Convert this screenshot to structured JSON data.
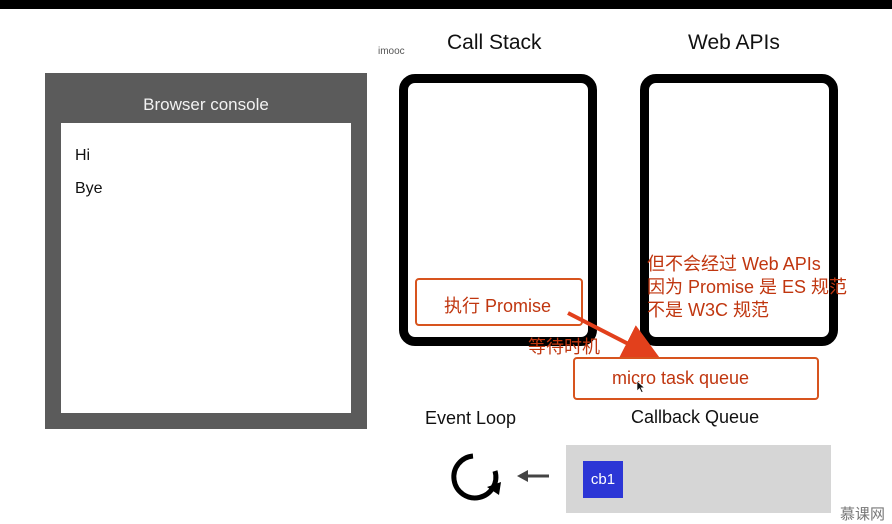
{
  "watermark_top": "imooc",
  "console": {
    "title": "Browser console",
    "lines": [
      "Hi",
      "Bye"
    ]
  },
  "headings": {
    "call_stack": "Call Stack",
    "web_apis": "Web APIs"
  },
  "annotations": {
    "execute": "执行 Promise",
    "wait": "等待时机",
    "note_lines": [
      "但不会经过 Web APIs",
      "因为 Promise 是 ES 规范",
      "不是 W3C 规范"
    ],
    "microtask": "micro task queue"
  },
  "labels": {
    "event_loop": "Event Loop",
    "callback_queue": "Callback Queue"
  },
  "queue_items": [
    "cb1"
  ],
  "brand": "慕课网",
  "colors": {
    "accent_red": "#d7541e",
    "callback_blue": "#2c36d6"
  }
}
